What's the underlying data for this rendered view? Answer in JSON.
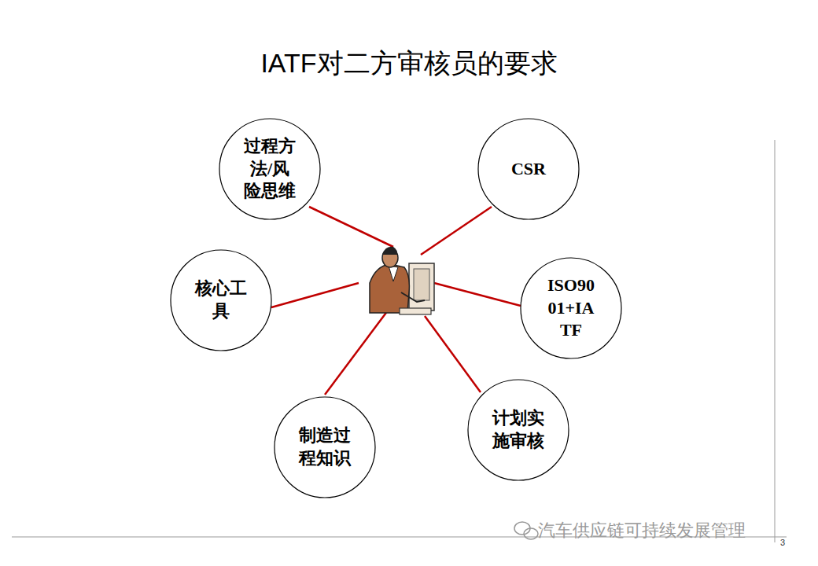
{
  "diagram": {
    "title": "IATF对二方审核员的要求",
    "nodes": [
      {
        "text": [
          "过程方法/风险思维"
        ]
      },
      {
        "text": [
          "CSR"
        ]
      },
      {
        "text": [
          "核心工具"
        ]
      },
      {
        "text": [
          "ISO9001+IATF"
        ]
      },
      {
        "text": [
          "制造过程知识"
        ]
      },
      {
        "text": [
          "计划实施审核"
        ]
      }
    ],
    "labels": [
      "汽车供应链可持续发展管理",
      "3"
    ]
  }
}
